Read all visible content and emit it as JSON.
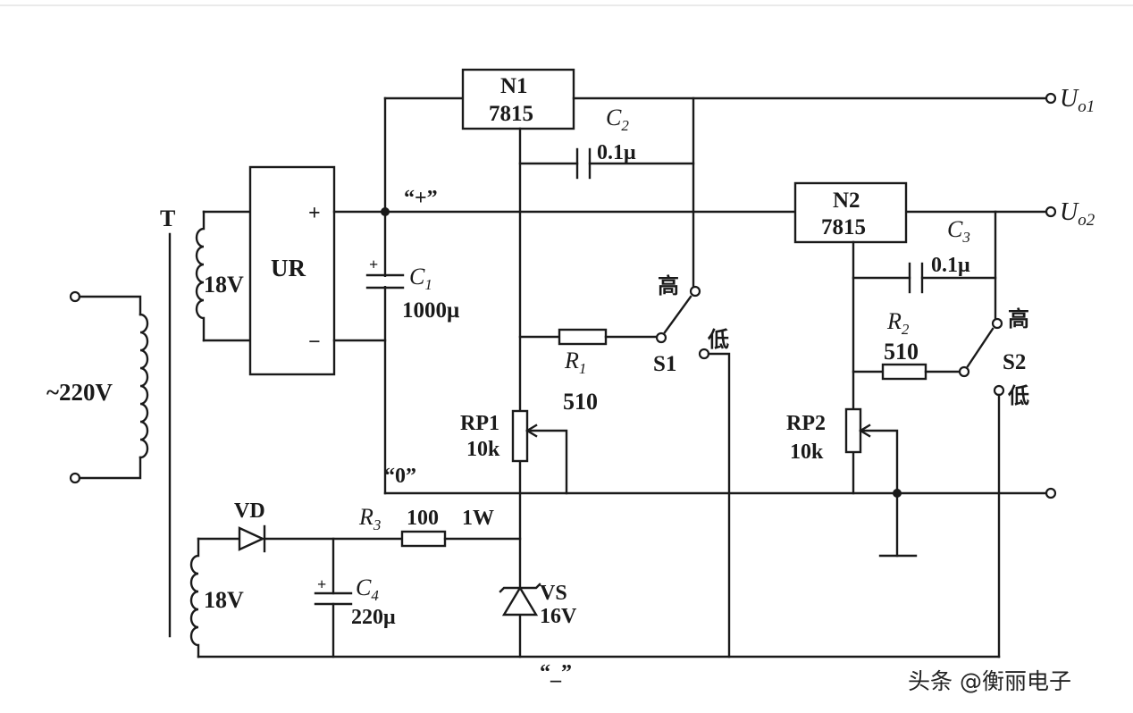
{
  "labels": {
    "mains": "~220V",
    "transformer": "T",
    "secondary1": "18V",
    "secondary2": "18V",
    "rectifier": "UR",
    "rect_plus": "+",
    "rect_minus": "−",
    "plus_rail": "“+”",
    "zero_rail": "“0”",
    "minus_rail": "“_”",
    "n1_name": "N1",
    "n1_model": "7815",
    "n2_name": "N2",
    "n2_model": "7815",
    "c1_name": "C",
    "c1_sub": "1",
    "c1_value": "1000μ",
    "c2_name": "C",
    "c2_sub": "2",
    "c2_value": "0.1μ",
    "c3_name": "C",
    "c3_sub": "3",
    "c3_value": "0.1μ",
    "c4_name": "C",
    "c4_sub": "4",
    "c4_value": "220μ",
    "r1_name": "R",
    "r1_sub": "1",
    "r1_value": "510",
    "r2_name": "R",
    "r2_sub": "2",
    "r2_value": "510",
    "r3_name": "R",
    "r3_sub": "3",
    "r3_value": "100",
    "r3_power": "1W",
    "rp1_name": "RP1",
    "rp1_value": "10k",
    "rp2_name": "RP2",
    "rp2_value": "10k",
    "s1_name": "S1",
    "s2_name": "S2",
    "s1_high": "高",
    "s1_low": "低",
    "s2_high": "高",
    "s2_low": "低",
    "vd": "VD",
    "vs_name": "VS",
    "vs_value": "16V",
    "uo1_u": "U",
    "uo1_sub": "o1",
    "uo2_u": "U",
    "uo2_sub": "o2",
    "watermark": "头条 @衡丽电子"
  }
}
